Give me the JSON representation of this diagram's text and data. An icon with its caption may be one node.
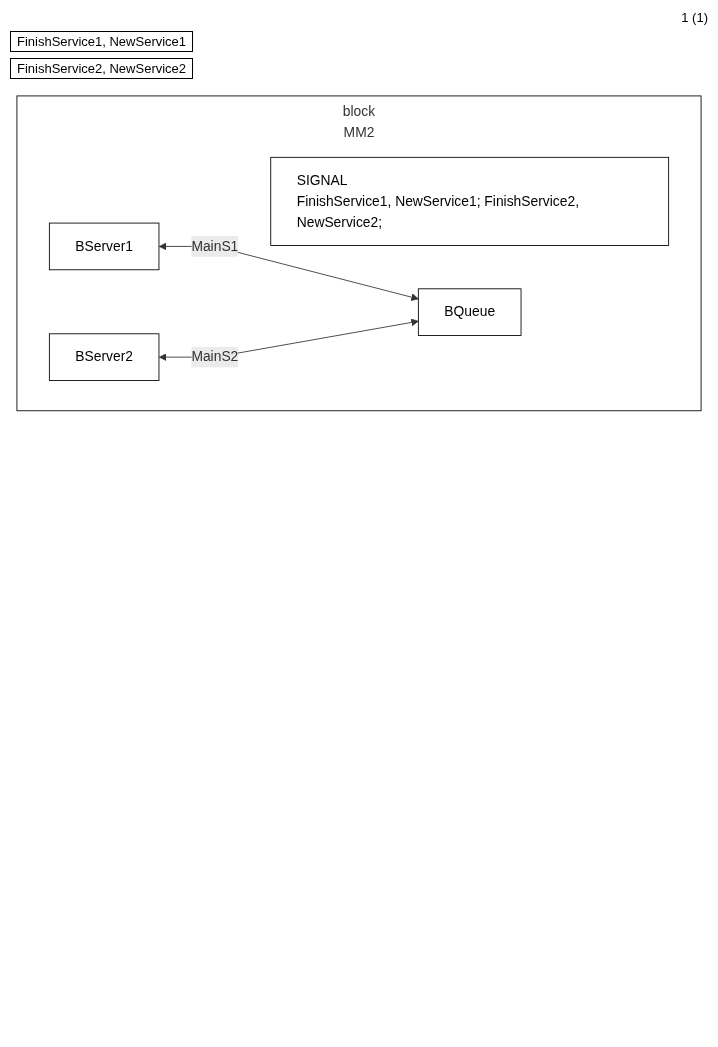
{
  "diagram": {
    "nodes": [
      {
        "text": [
          "block",
          "MM2"
        ]
      },
      {
        "text": [
          "SIGNAL",
          "FinishService1, NewService1; FinishService2, NewService2;"
        ],
        "in": 0
      },
      {
        "text": [
          "BServer1"
        ],
        "in": 0
      },
      {
        "text": [
          "BServer2"
        ],
        "in": 0
      },
      {
        "text": [
          "BQueue"
        ],
        "in": 0
      }
    ],
    "edges": [
      {
        "from": 2,
        "to": 4,
        "label": "MainS1",
        "arrow": "both"
      },
      {
        "from": 3,
        "to": 4,
        "label": "MainS2",
        "arrow": "both"
      }
    ],
    "labels": [
      "1 (1)",
      "FinishService1, NewService1",
      "FinishService2, NewService2"
    ]
  }
}
